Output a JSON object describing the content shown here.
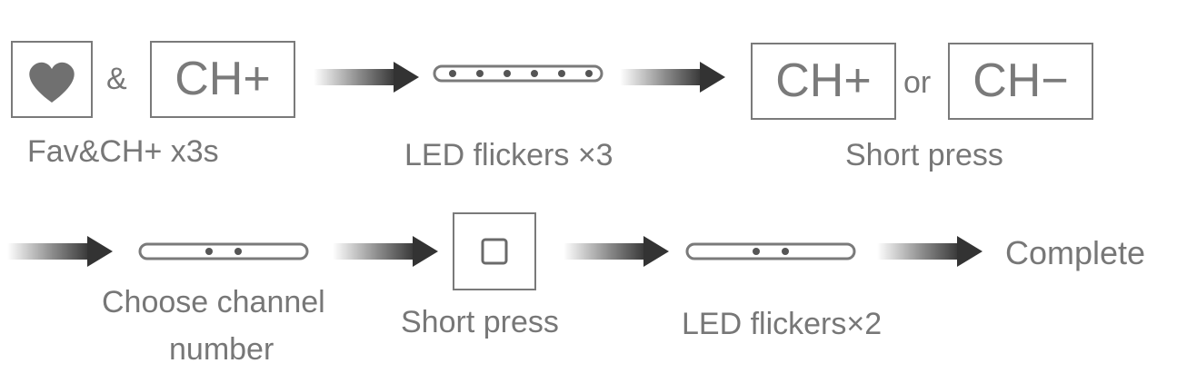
{
  "step1": {
    "fav_icon": "heart-icon",
    "ampersand": "&",
    "key": "CH+",
    "caption": "Fav&CH+ x3s"
  },
  "step2": {
    "caption": "LED flickers ×3",
    "led_dots": 6
  },
  "step3": {
    "key_a": "CH+",
    "or": "or",
    "key_b": "CH−",
    "caption": "Short press"
  },
  "step4": {
    "caption_line1": "Choose channel",
    "caption_line2": "number",
    "led_dots": 2
  },
  "step5": {
    "key_icon": "square-button-icon",
    "caption": "Short press"
  },
  "step6": {
    "caption": "LED flickers×2",
    "led_dots": 2
  },
  "step7": {
    "label": "Complete"
  },
  "colors": {
    "stroke": "#7a7a7a",
    "text": "#777777",
    "arrow_dark": "#333333",
    "arrow_light": "#ffffff"
  }
}
